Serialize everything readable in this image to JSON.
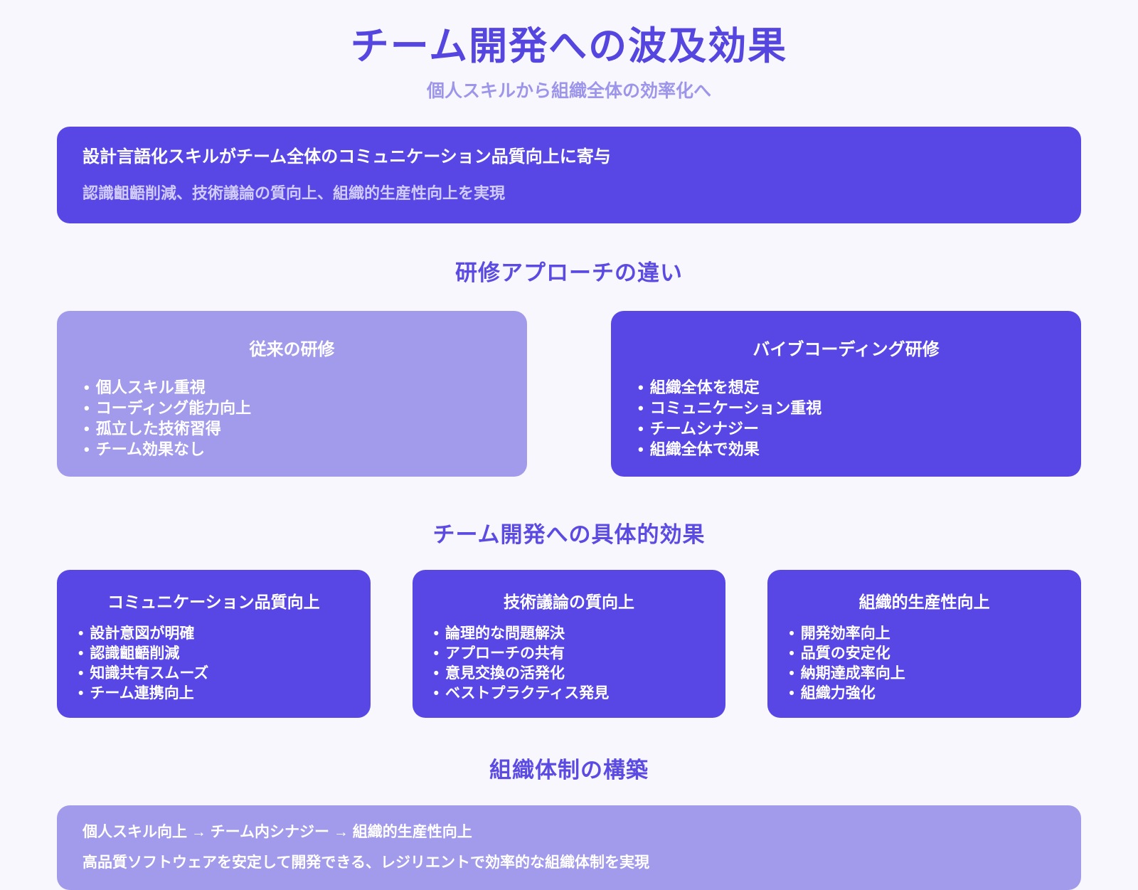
{
  "colors": {
    "background": "#f8f7fd",
    "accent_primary": "#5847e5",
    "accent_light": "#a29aea",
    "title_text": "#5646e0",
    "subtitle_text": "#9d95e9",
    "heading_text": "#5b4be2",
    "card_text": "#ffffff"
  },
  "header": {
    "title": "チーム開発への波及効果",
    "subtitle": "個人スキルから組織全体の効率化へ"
  },
  "intro_banner": {
    "heading": "設計言語化スキルがチーム全体のコミュニケーション品質向上に寄与",
    "subtext": "認識齟齬削減、技術議論の質向上、組織的生産性向上を実現"
  },
  "training": {
    "heading": "研修アプローチの違い",
    "cards": [
      {
        "title": "従来の研修",
        "variant": "light",
        "bullets": [
          "個人スキル重視",
          "コーディング能力向上",
          "孤立した技術習得",
          "チーム効果なし"
        ]
      },
      {
        "title": "バイブコーディング研修",
        "variant": "dark",
        "bullets": [
          "組織全体を想定",
          "コミュニケーション重視",
          "チームシナジー",
          "組織全体で効果"
        ]
      }
    ]
  },
  "effects": {
    "heading": "チーム開発への具体的効果",
    "cards": [
      {
        "title": "コミュニケーション品質向上",
        "bullets": [
          "設計意図が明確",
          "認識齟齬削減",
          "知識共有スムーズ",
          "チーム連携向上"
        ]
      },
      {
        "title": "技術議論の質向上",
        "bullets": [
          "論理的な問題解決",
          "アプローチの共有",
          "意見交換の活発化",
          "ベストプラクティス発見"
        ]
      },
      {
        "title": "組織的生産性向上",
        "bullets": [
          "開発効率向上",
          "品質の安定化",
          "納期達成率向上",
          "組織力強化"
        ]
      }
    ]
  },
  "organization": {
    "heading": "組織体制の構築",
    "banner": {
      "line1": "個人スキル向上 → チーム内シナジー → 組織的生産性向上",
      "line2": "高品質ソフトウェアを安定して開発できる、レジリエントで効率的な組織体制を実現"
    }
  }
}
